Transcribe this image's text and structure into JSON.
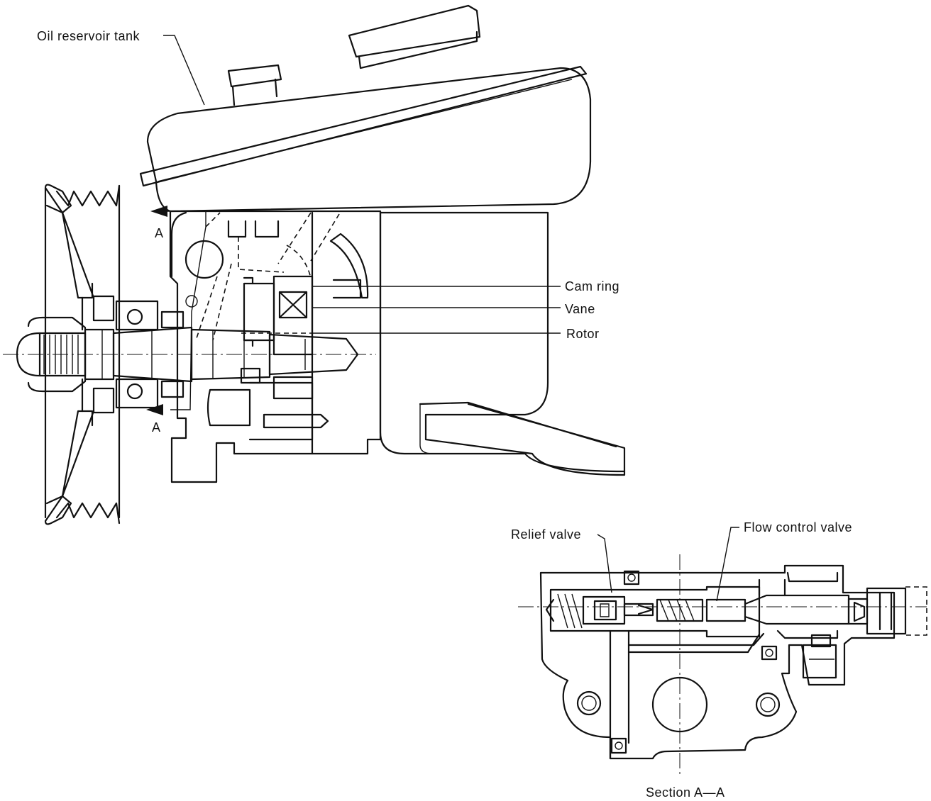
{
  "labels": {
    "oil_reservoir_tank": "Oil reservoir tank",
    "cam_ring": "Cam ring",
    "vane": "Vane",
    "rotor": "Rotor",
    "section_marker_top": "A",
    "section_marker_bottom": "A",
    "relief_valve": "Relief valve",
    "flow_control_valve": "Flow control valve",
    "section_title": "Section A—A"
  }
}
